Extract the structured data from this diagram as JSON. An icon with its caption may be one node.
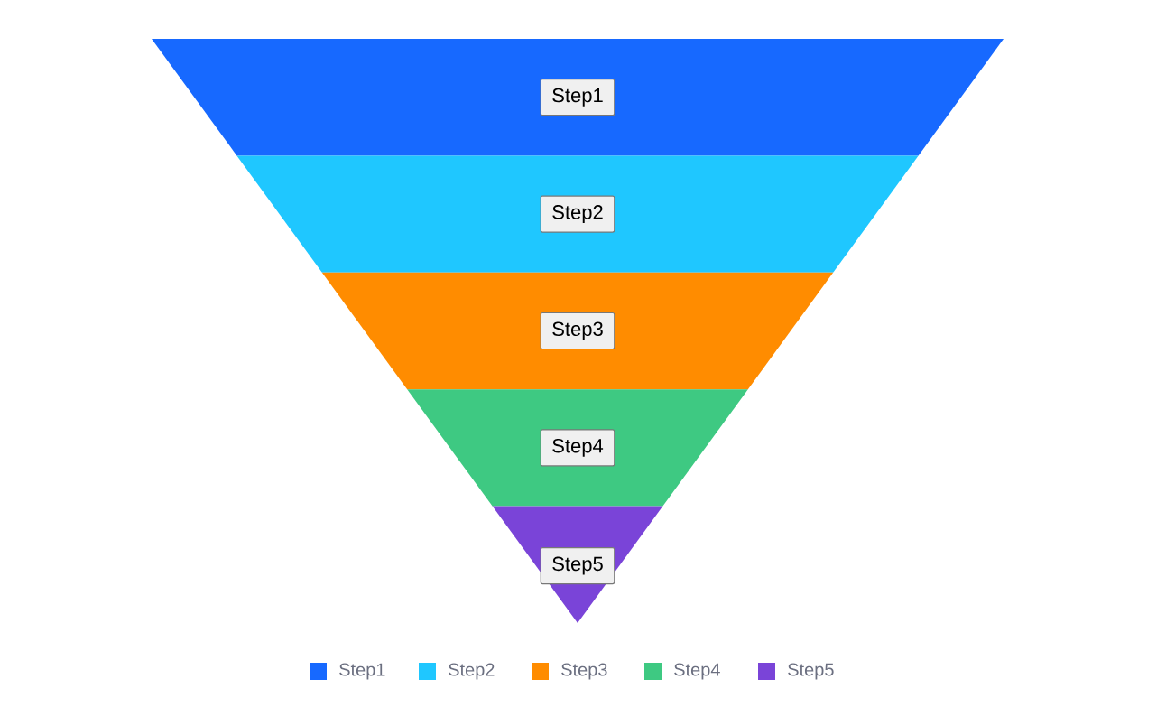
{
  "diagram": {
    "nodes": [
      {
        "text": [
          "Step1"
        ]
      },
      {
        "text": [
          "Step2"
        ]
      },
      {
        "text": [
          "Step3"
        ]
      },
      {
        "text": [
          "Step4"
        ]
      },
      {
        "text": [
          "Step5"
        ]
      }
    ],
    "legend": [
      {
        "text": "Step1",
        "color": "#1769ff"
      },
      {
        "text": "Step2",
        "color": "#1fc7ff"
      },
      {
        "text": "Step3",
        "color": "#ff8c00"
      },
      {
        "text": "Step4",
        "color": "#3ec982"
      },
      {
        "text": "Step5",
        "color": "#7a44d8"
      }
    ]
  }
}
